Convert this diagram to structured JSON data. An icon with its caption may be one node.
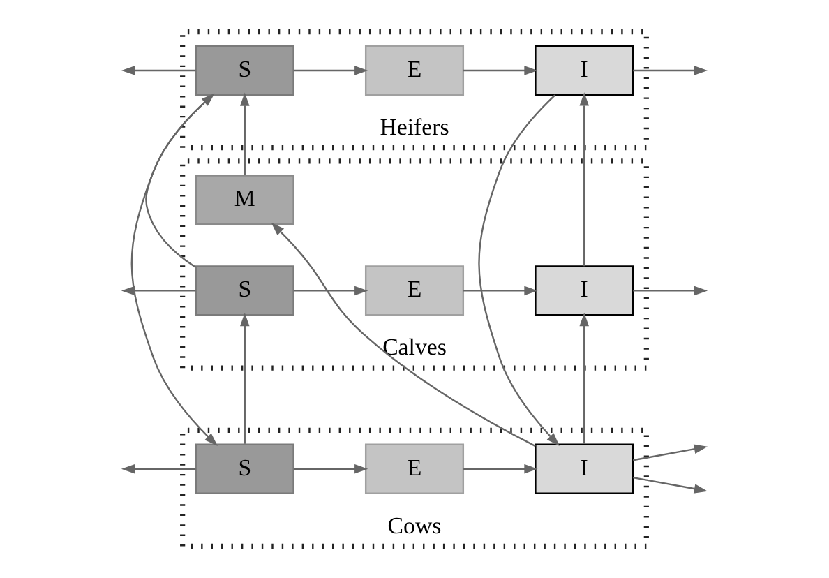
{
  "diagram": {
    "nodes": [
      {
        "text": [
          "Calves"
        ]
      },
      {
        "text": [
          "M"
        ],
        "in": 0
      },
      {
        "text": [
          "S"
        ],
        "in": 0
      },
      {
        "text": [
          "E"
        ],
        "in": 0
      },
      {
        "text": [
          "I"
        ],
        "in": 0
      },
      {
        "text": [
          "Heifers"
        ]
      },
      {
        "text": [
          "S"
        ],
        "in": 5
      },
      {
        "text": [
          "E"
        ],
        "in": 5
      },
      {
        "text": [
          "I"
        ],
        "in": 5
      },
      {
        "text": [
          "Cows"
        ]
      },
      {
        "text": [
          "S"
        ],
        "in": 9
      },
      {
        "text": [
          "E"
        ],
        "in": 9
      },
      {
        "text": [
          "I"
        ],
        "in": 9
      }
    ],
    "edges": [
      {
        "from": 2,
        "to": 3,
        "arrow": "to"
      },
      {
        "from": 3,
        "to": 4,
        "arrow": "to"
      },
      {
        "from": 4,
        "to": null,
        "arrow": "to"
      },
      {
        "from": 2,
        "to": null,
        "arrow": "to"
      },
      {
        "from": 10,
        "to": 2,
        "arrow": "to"
      },
      {
        "from": 12,
        "to": 1,
        "arrow": "to"
      },
      {
        "from": 12,
        "to": 4,
        "arrow": "to"
      },
      {
        "from": 1,
        "to": 6,
        "arrow": "to"
      },
      {
        "from": 2,
        "to": 6,
        "arrow": "to"
      },
      {
        "from": 4,
        "to": 8,
        "arrow": "to"
      },
      {
        "from": 6,
        "to": 7,
        "arrow": "to"
      },
      {
        "from": 7,
        "to": 8,
        "arrow": "to"
      },
      {
        "from": 8,
        "to": null,
        "arrow": "to"
      },
      {
        "from": 6,
        "to": null,
        "arrow": "to"
      },
      {
        "from": 6,
        "to": 10,
        "arrow": "to"
      },
      {
        "from": 8,
        "to": 12,
        "arrow": "to"
      },
      {
        "from": 10,
        "to": 11,
        "arrow": "to"
      },
      {
        "from": 11,
        "to": 12,
        "arrow": "to"
      },
      {
        "from": 12,
        "to": null,
        "arrow": "to"
      },
      {
        "from": 12,
        "to": null,
        "arrow": "to"
      },
      {
        "from": 10,
        "to": null,
        "arrow": "to"
      }
    ]
  }
}
